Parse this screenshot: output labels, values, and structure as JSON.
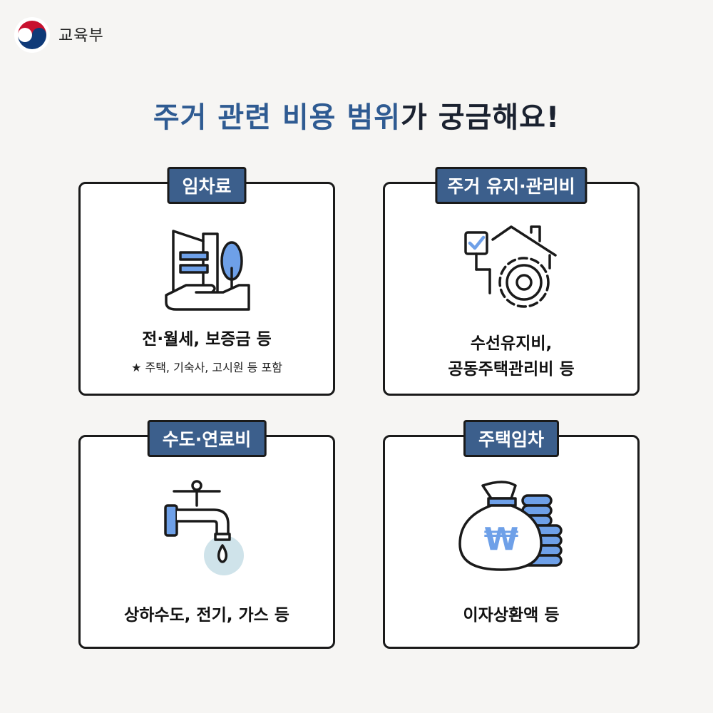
{
  "header": {
    "org_name": "교육부"
  },
  "title": {
    "part1": "주거 관련 비용 범위",
    "part2": "가 궁금해요!"
  },
  "cards": [
    {
      "tag": "임차료",
      "icon": "building-hand-icon",
      "main": "전·월세, 보증금 등",
      "sub": "★ 주택, 기숙사, 고시원 등 포함"
    },
    {
      "tag": "주거 유지·관리비",
      "icon": "house-gear-icon",
      "main_lines": [
        "수선유지비,",
        "공동주택관리비 등"
      ]
    },
    {
      "tag": "수도·연료비",
      "icon": "faucet-icon",
      "main": "상하수도, 전기, 가스 등"
    },
    {
      "tag": "주택임차",
      "icon": "money-bag-icon",
      "main": "이자상환액 등",
      "currency_symbol": "₩"
    }
  ],
  "colors": {
    "accent_blue": "#3c5f8c",
    "title_blue": "#2f5b92",
    "icon_blue": "#6ea0e8",
    "drop_bg": "#cfe3ea"
  }
}
